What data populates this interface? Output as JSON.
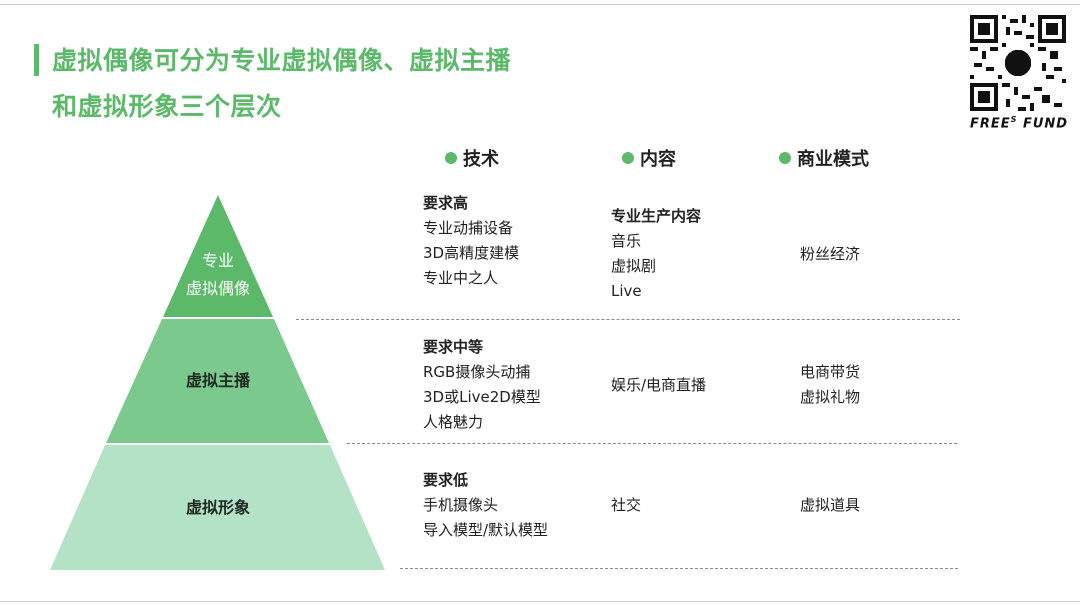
{
  "title": {
    "line1": "虚拟偶像可分为专业虚拟偶像、虚拟主播",
    "line2": "和虚拟形象三个层次"
  },
  "brand": {
    "name": "FREE",
    "sup": "S",
    "tail": " FUND"
  },
  "columns": [
    "技术",
    "内容",
    "商业模式"
  ],
  "tiers": [
    {
      "label_lines": [
        "专业",
        "虚拟偶像"
      ],
      "tech": {
        "head": "要求高",
        "items": [
          "专业动捕设备",
          "3D高精度建模",
          "专业中之人"
        ]
      },
      "content": {
        "head": "专业生产内容",
        "items": [
          "音乐",
          "虚拟剧",
          "Live"
        ]
      },
      "business": [
        "粉丝经济"
      ]
    },
    {
      "label_lines": [
        "虚拟主播"
      ],
      "tech": {
        "head": "要求中等",
        "items": [
          "RGB摄像头动捕",
          "3D或Live2D模型",
          "人格魅力"
        ]
      },
      "content": {
        "head": "",
        "items": [
          "娱乐/电商直播"
        ]
      },
      "business": [
        "电商带货",
        "虚拟礼物"
      ]
    },
    {
      "label_lines": [
        "虚拟形象"
      ],
      "tech": {
        "head": "要求低",
        "items": [
          "手机摄像头",
          "导入模型/默认模型"
        ]
      },
      "content": {
        "head": "",
        "items": [
          "社交"
        ]
      },
      "business": [
        "虚拟道具"
      ]
    }
  ],
  "colors": {
    "accent": "#5cb96a",
    "tier1": "#5cb96a",
    "tier2": "#7cc98d",
    "tier3": "#b3e2c6"
  }
}
